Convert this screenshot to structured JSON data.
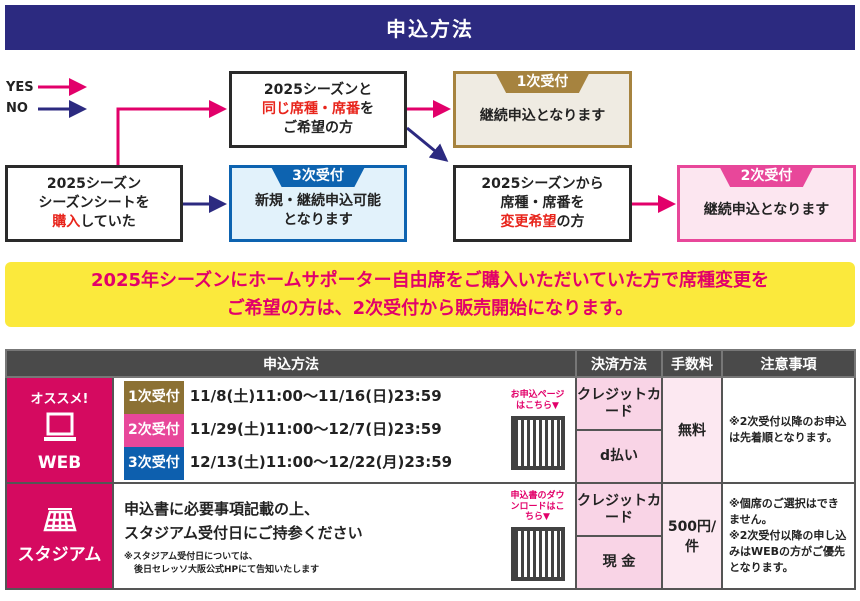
{
  "title": "申込方法",
  "legend": {
    "yes": "YES",
    "no": "NO",
    "yes_color": "#e2006a",
    "no_color": "#2c2a80"
  },
  "flow": {
    "start": {
      "l1": "2025シーズン",
      "l2": "シーズンシートを",
      "l3_red": "購入",
      "l3": "していた"
    },
    "same": {
      "l1": "2025シーズンと",
      "l2_red": "同じ席種・席番",
      "l2": "を",
      "l3": "ご希望の方"
    },
    "change": {
      "l1": "2025シーズンから",
      "l2": "席種・席番を",
      "l3_red": "変更希望",
      "l3": "の方"
    },
    "first": {
      "tag": "1次受付",
      "text": "継続申込となります"
    },
    "second": {
      "tag": "2次受付",
      "text": "継続申込となります"
    },
    "third": {
      "tag": "3次受付",
      "l1": "新規・継続申込可能",
      "l2": "となります"
    }
  },
  "banner": {
    "l1": "2025年シーズンにホームサポーター自由席をご購入いただいていた方で席種変更を",
    "l2": "ご希望の方は、2次受付から販売開始になります。"
  },
  "table": {
    "headers": [
      "申込方法",
      "決済方法",
      "手数料",
      "注意事項"
    ],
    "web": {
      "recommend": "オススメ!",
      "label": "WEB",
      "rounds": [
        {
          "tag": "1次受付",
          "period": "11/8(土)11:00〜11/16(日)23:59",
          "color": "#8c7134"
        },
        {
          "tag": "2次受付",
          "period": "11/29(土)11:00〜12/7(日)23:59",
          "color": "#e8479a"
        },
        {
          "tag": "3次受付",
          "period": "12/13(土)11:00〜12/22(月)23:59",
          "color": "#0d5fae"
        }
      ],
      "qr_label": "お申込ページはこちら▼",
      "pay": [
        "クレジットカード",
        "d払い"
      ],
      "fee": "無料",
      "note": "※2次受付以降のお申込は先着順となります。"
    },
    "stadium": {
      "label": "スタジアム",
      "l1": "申込書に必要事項記載の上、",
      "l2": "スタジアム受付日にご持参ください",
      "small1": "※スタジアム受付日については、",
      "small2": "後日セレッソ大阪公式HPにて告知いたします",
      "qr_label": "申込書のダウンロードはこちら▼",
      "pay": [
        "クレジットカード",
        "現 金"
      ],
      "fee": "500円/件",
      "note1": "※個席のご選択はできません。",
      "note2": "※2次受付以降の申し込みはWEBの方がご優先となります。"
    }
  }
}
